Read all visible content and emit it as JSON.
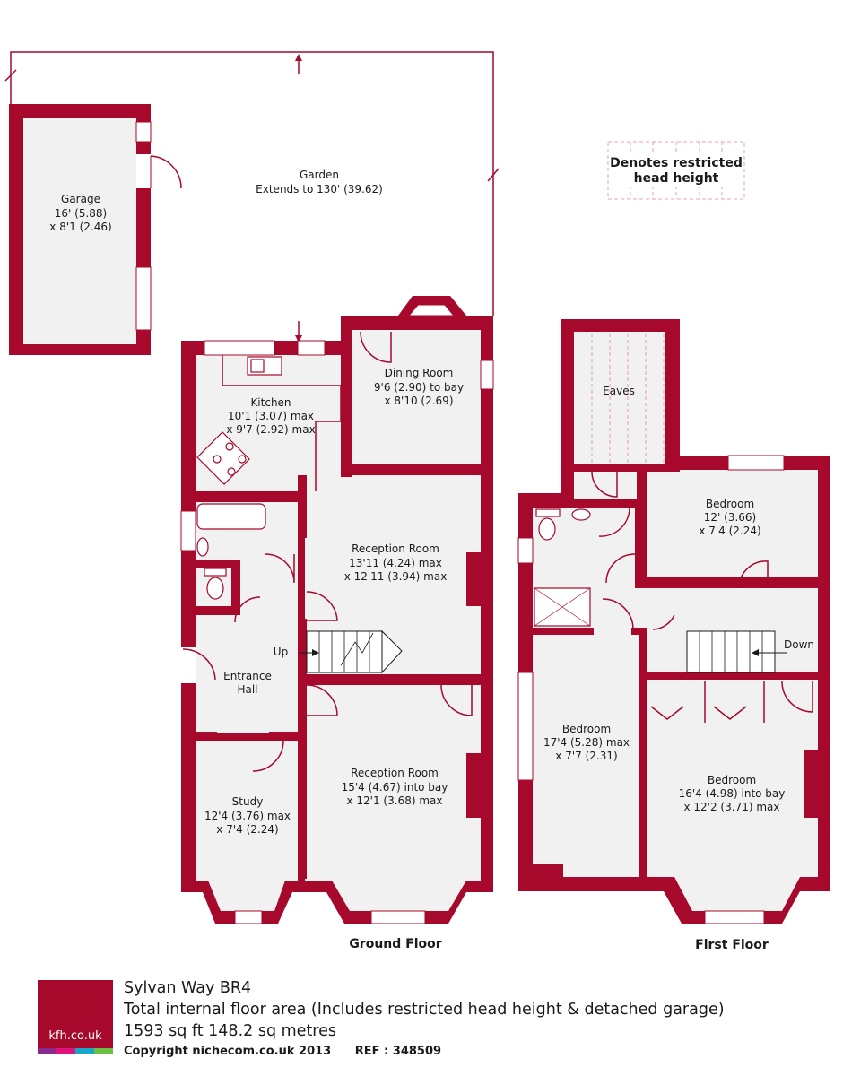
{
  "rooms": {
    "garage": {
      "name": "Garage",
      "dim1": "16' (5.88)",
      "dim2": "x 8'1 (2.46)"
    },
    "garden": {
      "name": "Garden",
      "dim1": "Extends to 130' (39.62)"
    },
    "kitchen": {
      "name": "Kitchen",
      "dim1": "10'1 (3.07) max",
      "dim2": "x 9'7 (2.92) max"
    },
    "dining": {
      "name": "Dining Room",
      "dim1": "9'6 (2.90) to bay",
      "dim2": "x 8'10 (2.69)"
    },
    "reception1": {
      "name": "Reception Room",
      "dim1": "13'11 (4.24) max",
      "dim2": "x 12'11 (3.94) max"
    },
    "reception2": {
      "name": "Reception Room",
      "dim1": "15'4 (4.67) into bay",
      "dim2": "x 12'1 (3.68) max"
    },
    "hall": {
      "name": "Entrance",
      "name2": "Hall"
    },
    "study": {
      "name": "Study",
      "dim1": "12'4 (3.76) max",
      "dim2": "x 7'4 (2.24)"
    },
    "eaves": {
      "name": "Eaves"
    },
    "bedroom_small": {
      "name": "Bedroom",
      "dim1": "12' (3.66)",
      "dim2": "x 7'4 (2.24)"
    },
    "bedroom_left": {
      "name": "Bedroom",
      "dim1": "17'4 (5.28) max",
      "dim2": "x 7'7 (2.31)"
    },
    "bedroom_main": {
      "name": "Bedroom",
      "dim1": "16'4 (4.98) into bay",
      "dim2": "x 12'2 (3.71) max"
    }
  },
  "stairs": {
    "up": "Up",
    "down": "Down"
  },
  "floors": {
    "ground": "Ground Floor",
    "first": "First Floor"
  },
  "legend": {
    "line1": "Denotes restricted",
    "line2": "head height"
  },
  "footer": {
    "logo": "kfh.co.uk",
    "address": "Sylvan Way BR4",
    "area_note": "Total internal floor area (Includes restricted head height & detached garage)",
    "area": "1593 sq ft 148.2 sq metres",
    "copyright": "Copyright nichecom.co.uk 2013",
    "ref": "REF : 348509"
  },
  "colors": {
    "wall": "#a6092b",
    "floor": "#f1f1f1",
    "stripes": [
      "#8a2a8c",
      "#e0147e",
      "#1aa7c9",
      "#6cbe45"
    ]
  }
}
